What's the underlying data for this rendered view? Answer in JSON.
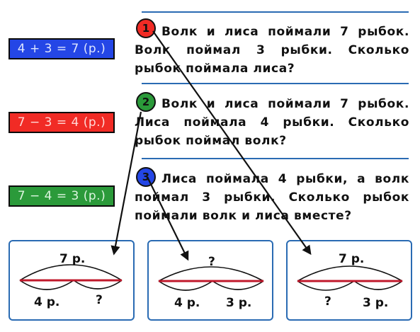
{
  "colors": {
    "blue": "#2446e6",
    "red": "#f12b25",
    "green": "#2b9a3a",
    "frame": "#2a6bb3",
    "segment": "#c0182b"
  },
  "equations": [
    {
      "text": "4 + 3 = 7  (р.)"
    },
    {
      "text": "7 − 3 = 4  (р.)"
    },
    {
      "text": "7 − 4 = 3  (р.)"
    }
  ],
  "problems": [
    {
      "number": "1",
      "text": "Волк и лиса поймали 7 рыбок. Волк поймал 3 рыбки. Сколько рыбок поймала лиса?"
    },
    {
      "number": "2",
      "text": "Волк и лиса поймали 7 рыбок. Лиса поймала 4 рыбки. Сколько рыбок поймал волк?"
    },
    {
      "number": "3",
      "text": "Лиса поймала 4 рыбки, а волк поймал 3 рыбки. Сколько рыбок поймали волк и лиса вместе?"
    }
  ],
  "diagrams": [
    {
      "top": "7 р.",
      "left": "4 р.",
      "right": "?"
    },
    {
      "top": "?",
      "left": "4 р.",
      "right": "3 р."
    },
    {
      "top": "7 р.",
      "left": "?",
      "right": "3 р."
    }
  ]
}
